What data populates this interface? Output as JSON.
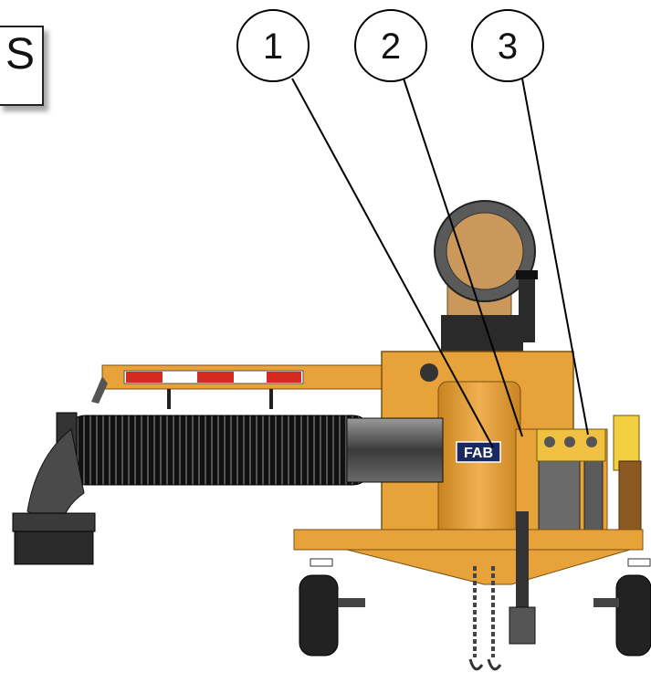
{
  "corner_label": "S",
  "callouts": [
    {
      "number": "1"
    },
    {
      "number": "2"
    },
    {
      "number": "3"
    }
  ],
  "decal_text": "FAB",
  "colors": {
    "frame": "#e8a23a",
    "frame_dark": "#b87a22",
    "hose": "#1a1a1a",
    "metal": "#5a5a5a",
    "reflector_red": "#d42a20",
    "wheel": "#222222",
    "line": "#000000"
  }
}
